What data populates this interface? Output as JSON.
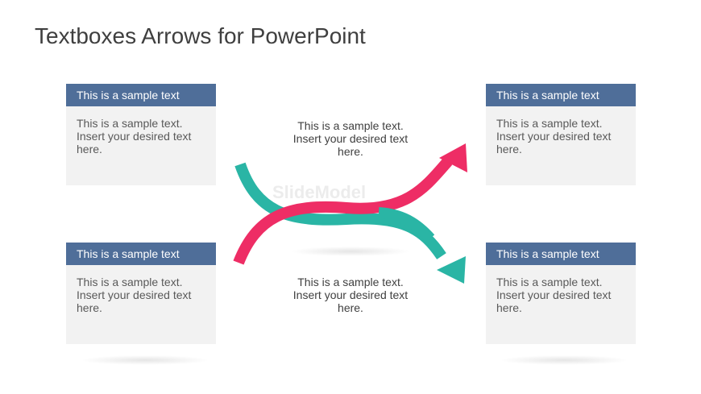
{
  "title": "Textboxes Arrows for PowerPoint",
  "watermark": "SlideModel",
  "cards": [
    {
      "id": "top-left",
      "header": "This is a sample text",
      "body": "This is a sample text. Insert your desired text here."
    },
    {
      "id": "bottom-left",
      "header": "This is a sample text",
      "body": "This is a sample text. Insert your desired text here."
    },
    {
      "id": "top-right",
      "header": "This is a sample text",
      "body": "This is a sample text. Insert your desired text here."
    },
    {
      "id": "bottom-right",
      "header": "This is a sample text",
      "body": "This is a sample text. Insert your desired text here."
    }
  ],
  "center_texts": {
    "top": "This is a sample text. Insert your desired text here.",
    "bottom": "This is a sample text. Insert your desired text here."
  },
  "colors": {
    "header_bg": "#4f6e99",
    "card_bg": "#f2f2f2",
    "arrow_teal": "#2ab5a5",
    "arrow_pink": "#ee2d65"
  }
}
